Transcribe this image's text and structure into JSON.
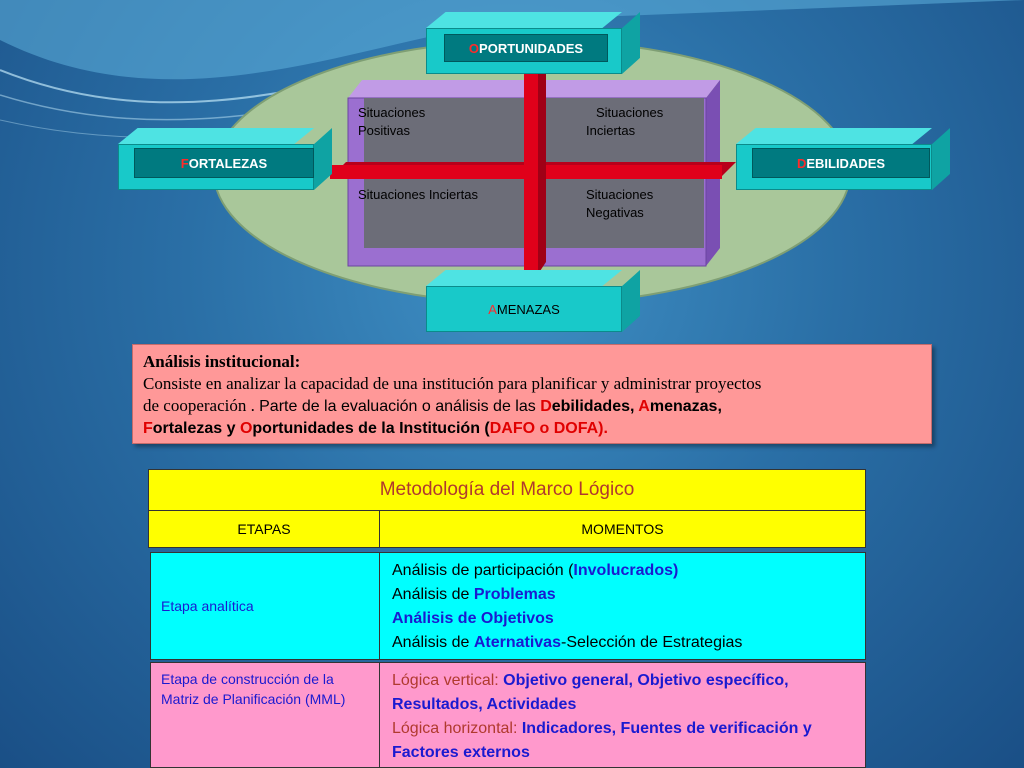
{
  "diagram": {
    "oportunidades": {
      "first": "O",
      "rest": "PORTUNIDADES"
    },
    "fortalezas": {
      "first": "F",
      "rest": "ORTALEZAS"
    },
    "debilidades": {
      "first": "D",
      "rest": "EBILIDADES"
    },
    "amenazas": {
      "first": "A",
      "rest": "MENAZAS"
    },
    "quadrants": {
      "top_left": [
        "Situaciones",
        "Positivas"
      ],
      "top_right": [
        "Situaciones",
        "Inciertas"
      ],
      "bottom_left": [
        "Situaciones Inciertas"
      ],
      "bottom_right": [
        "Situaciones",
        "Negativas"
      ]
    }
  },
  "panel": {
    "title": "Análisis institucional:",
    "line1": "Consiste en analizar la capacidad de una institución para planificar y administrar proyectos",
    "line2a": "de cooperación . ",
    "line2b": "Parte de la evaluación o análisis de las ",
    "d_letter": "D",
    "d_rest": "ebilidades, ",
    "a_letter": "A",
    "a_rest": "menazas,",
    "f_letter": "F",
    "f_rest": "ortalezas y ",
    "o_letter": "O",
    "o_rest": "portunidades de la Institución (",
    "dafo": "DAFO o DOFA)."
  },
  "table": {
    "title": "Metodología del Marco Lógico",
    "col1": "ETAPAS",
    "col2": "MOMENTOS",
    "row1": {
      "stage": "Etapa analítica",
      "items": [
        {
          "pre": "Análisis de participación (",
          "bold": "Involucrados)",
          "post": ""
        },
        {
          "pre": "Análisis de ",
          "bold": "Problemas",
          "post": ""
        },
        {
          "pre": "",
          "bold": "Análisis de Objetivos",
          "post": ""
        },
        {
          "pre": "Análisis de ",
          "bold": "Aternativas",
          "post": "-Selección de Estrategias"
        }
      ]
    },
    "row2": {
      "stage": "Etapa de construcción de la Matriz de Planificación (MML)",
      "v_pre": "Lógica vertical: ",
      "v_bold": "Objetivo general, Objetivo específico, Resultados,  Actividades",
      "h_pre": "Lógica horizontal: ",
      "h_bold": "Indicadores, Fuentes de verificación y Factores externos"
    },
    "bullet": ""
  },
  "colors": {
    "teal_box": "#18c9c9",
    "ellipse": "#a9c79a",
    "purple_frame": "#9b6fd0",
    "red_cross": "#e0001a",
    "panel_bg": "#ff9898",
    "table_header": "#ffff00",
    "row1_bg": "#00ffff",
    "row2_bg": "#ff99cc"
  }
}
